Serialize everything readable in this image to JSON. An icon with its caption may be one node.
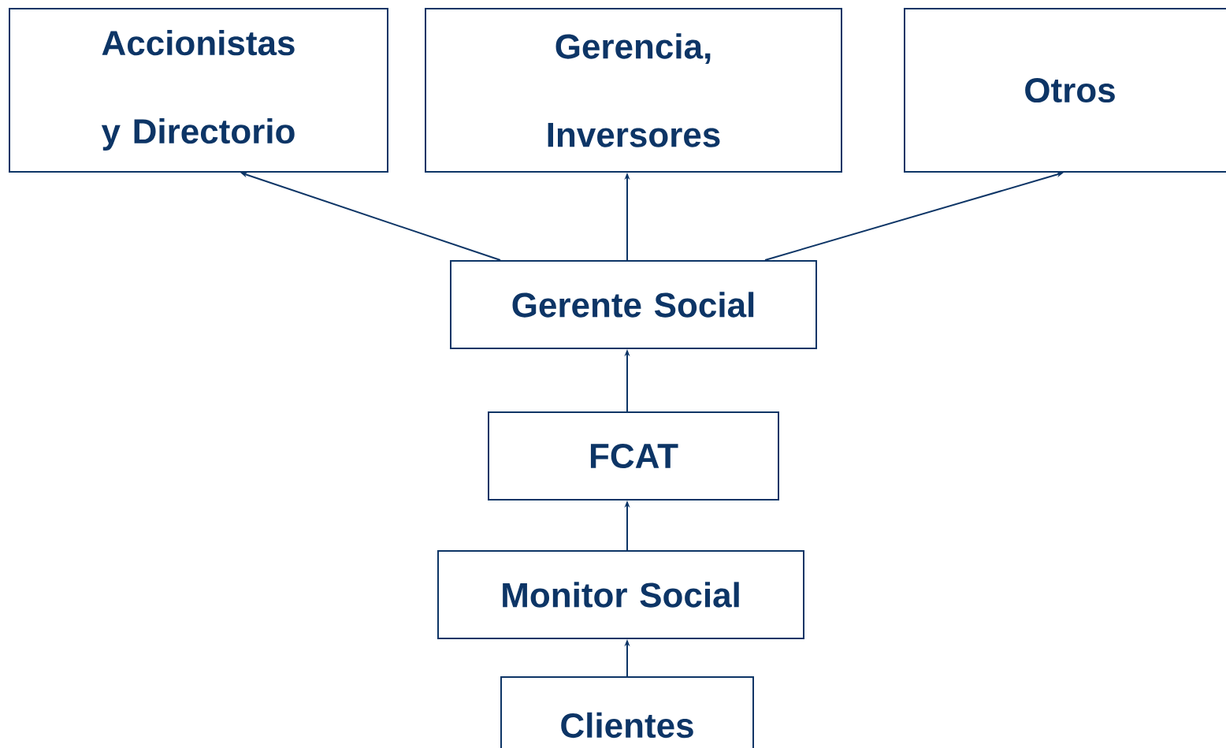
{
  "diagram": {
    "nodes": [
      {
        "text": [
          "Accionistas y Directorio"
        ]
      },
      {
        "text": [
          "Gerencia, Inversores"
        ]
      },
      {
        "text": [
          "Otros"
        ]
      },
      {
        "text": [
          "Gerente Social"
        ]
      },
      {
        "text": [
          "FCAT"
        ]
      },
      {
        "text": [
          "Monitor Social"
        ]
      },
      {
        "text": [
          "Clientes"
        ]
      }
    ],
    "edges": [
      {
        "from": 6,
        "to": 5,
        "arrow": "to"
      },
      {
        "from": 5,
        "to": 4,
        "arrow": "to"
      },
      {
        "from": 4,
        "to": 3,
        "arrow": "to"
      },
      {
        "from": 3,
        "to": 0,
        "arrow": "to"
      },
      {
        "from": 3,
        "to": 1,
        "arrow": "to"
      },
      {
        "from": 3,
        "to": 2,
        "arrow": "to"
      }
    ]
  }
}
